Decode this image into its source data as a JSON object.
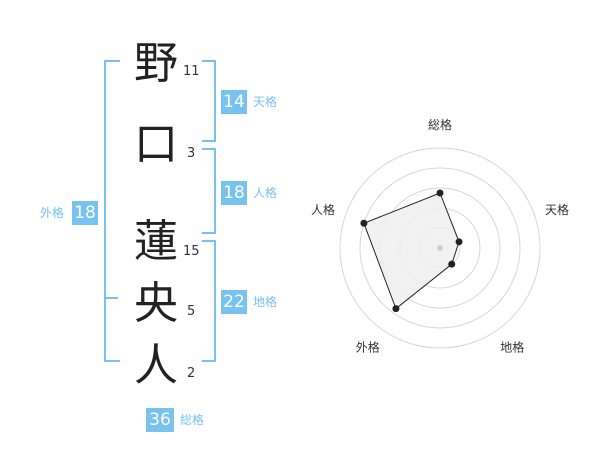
{
  "name": {
    "chars": [
      "野",
      "口",
      "蓮",
      "央",
      "人"
    ],
    "strokes": [
      "11",
      "3",
      "15",
      "5",
      "2"
    ]
  },
  "kaku": {
    "tenkaku": {
      "value": "14",
      "label": "天格"
    },
    "jinkaku": {
      "value": "18",
      "label": "人格"
    },
    "chikaku": {
      "value": "22",
      "label": "地格"
    },
    "gaikaku": {
      "value": "18",
      "label": "外格"
    },
    "soukaku": {
      "value": "36",
      "label": "総格"
    }
  },
  "chart_data": {
    "type": "radar",
    "axes": [
      "総格",
      "天格",
      "地格",
      "外格",
      "人格"
    ],
    "values": [
      0.55,
      0.2,
      0.2,
      0.75,
      0.8
    ],
    "scale": [
      0,
      1
    ],
    "rings": 5,
    "grid": true,
    "colors": {
      "line": "#222222",
      "fill": "#eeeeee",
      "grid": "#d6d6d6",
      "center": "#cccccc"
    }
  }
}
